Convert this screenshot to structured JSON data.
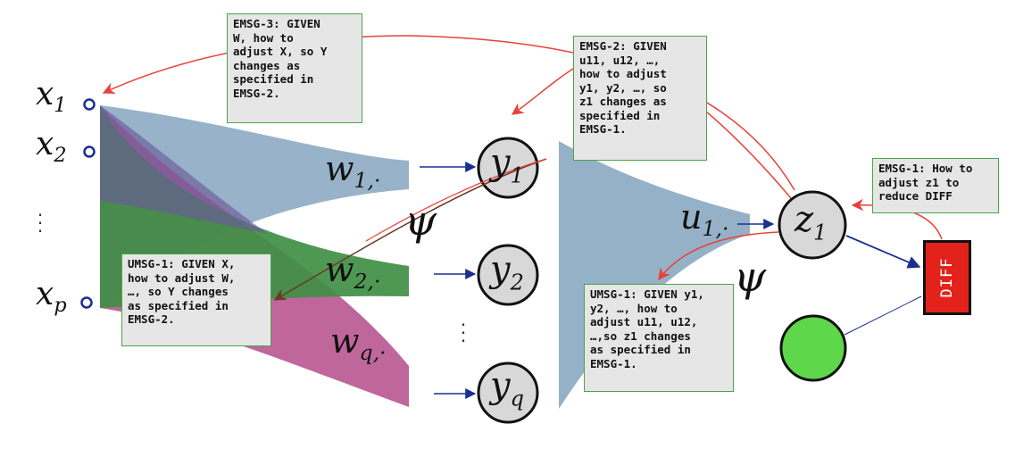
{
  "inputs": {
    "x1": {
      "base": "x",
      "sub": "1"
    },
    "x2": {
      "base": "x",
      "sub": "2"
    },
    "dots": "·\n·\n·",
    "xp": {
      "base": "x",
      "sub": "p"
    }
  },
  "weights": {
    "w1": {
      "base": "w",
      "sub": "1,·"
    },
    "w2": {
      "base": "w",
      "sub": "2,·"
    },
    "wq": {
      "base": "w",
      "sub": "q,·"
    },
    "u1": {
      "base": "u",
      "sub": "1,·"
    }
  },
  "activation": {
    "psi_left": "ψ",
    "psi_right": "ψ"
  },
  "nodes": {
    "y1": {
      "base": "y",
      "sub": "1"
    },
    "y2": {
      "base": "y",
      "sub": "2"
    },
    "ydots": "·\n·\n·",
    "yq": {
      "base": "y",
      "sub": "q"
    },
    "z1": {
      "base": "z",
      "sub": "1"
    }
  },
  "diff_label": "DIFF",
  "colors": {
    "blue_fan": "#8fadc4",
    "green_fan": "#3f8f45",
    "pink_fan": "#b8558f",
    "arrow_blue": "#1a2f8f",
    "message_red": "#e8413a",
    "bias_green": "#5ed84a",
    "diff_red": "#e3231b"
  },
  "messages": {
    "emsg3": "EMSG-3: GIVEN\nW, how to\nadjust X, so Y\nchanges as\nspecified in\nEMSG-2.",
    "emsg2": "EMSG-2: GIVEN\nu11, u12, …,\nhow to adjust\ny1, y2, …, so\nz1 changes as\nspecified in\nEMSG-1.",
    "emsg1": "EMSG-1: How to\nadjust z1 to\nreduce DIFF",
    "umsg1_left": "UMSG-1: GIVEN X,\nhow to adjust W,\n…, so Y changes\nas specified in\nEMSG-2.",
    "umsg1_right": "UMSG-1: GIVEN y1,\ny2, …, how to\nadjust u11, u12,\n…,so z1 changes\nas specified in\nEMSG-1."
  }
}
